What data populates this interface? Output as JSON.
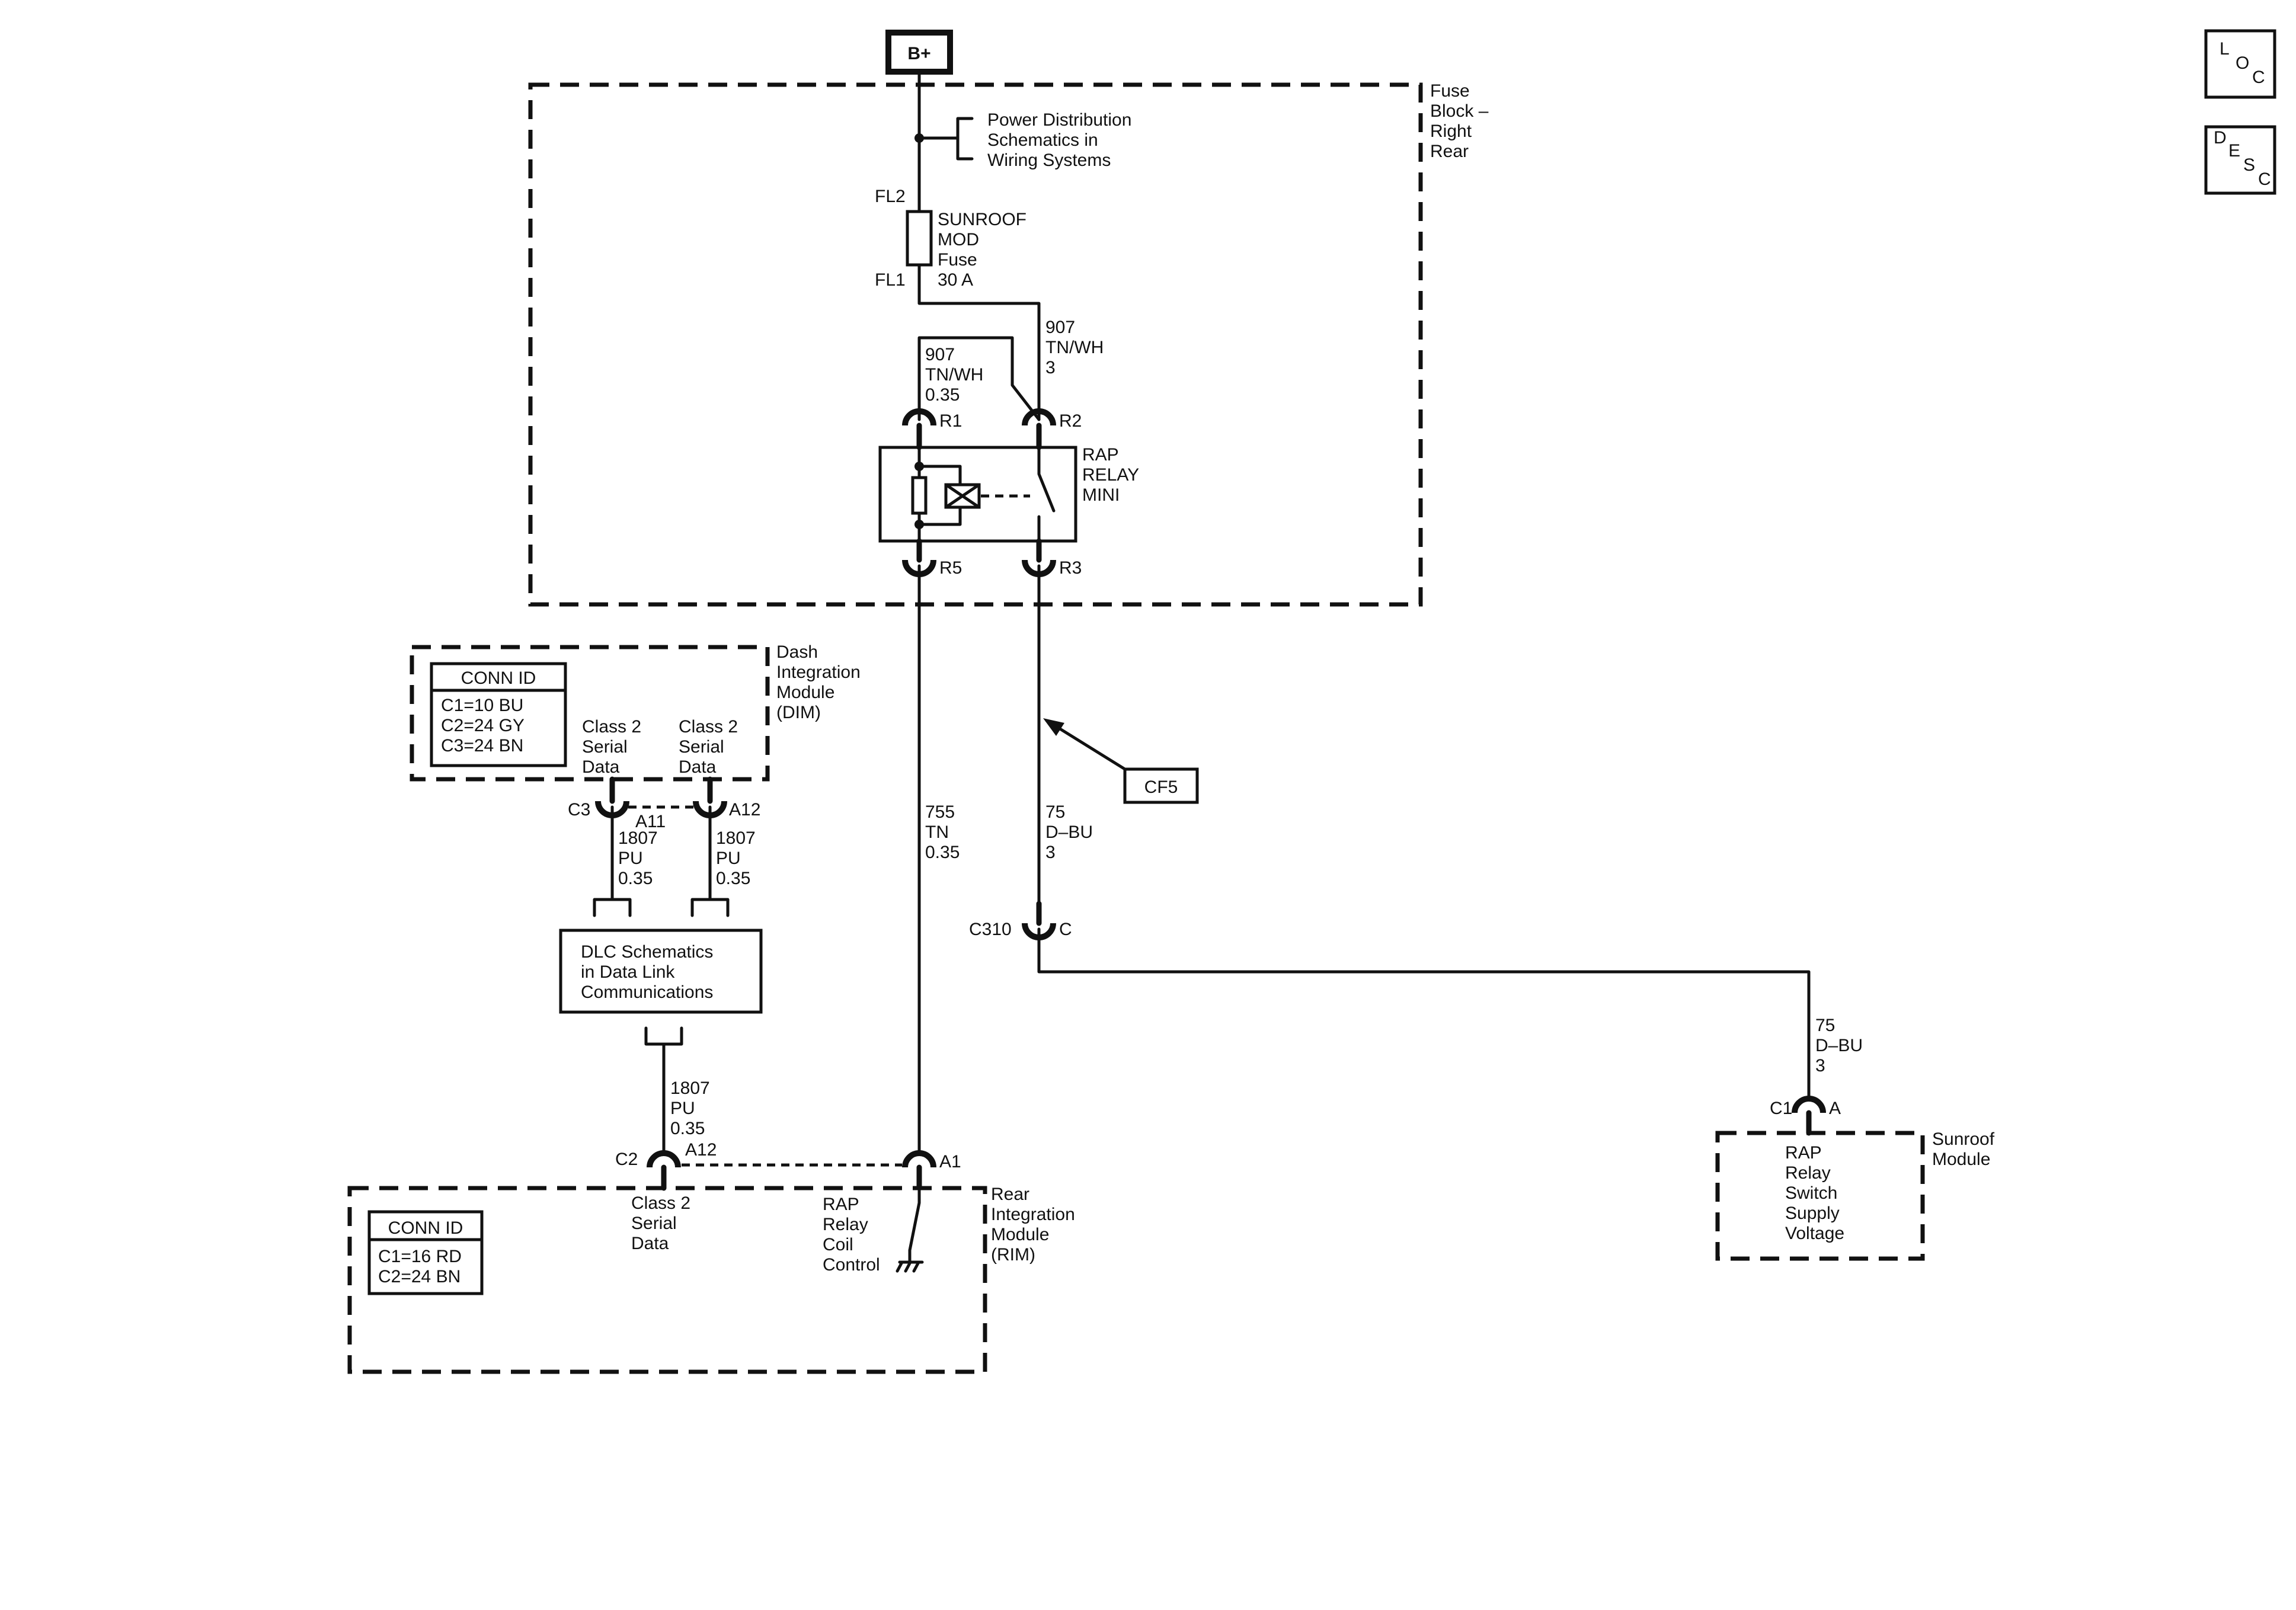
{
  "battery": {
    "label": "B+"
  },
  "corner_buttons": {
    "loc": [
      "L",
      "O",
      "C"
    ],
    "desc": [
      "D",
      "E",
      "S",
      "C"
    ]
  },
  "fuse_block": {
    "name": [
      "Fuse",
      "Block –",
      "Right",
      "Rear"
    ],
    "power_ref": [
      "Power Distribution",
      "Schematics in",
      "Wiring Systems"
    ],
    "fuse_top_pin": "FL2",
    "fuse_bottom_pin": "FL1",
    "fuse_label": [
      "SUNROOF",
      "MOD",
      "Fuse",
      "30 A"
    ],
    "wire_r2": [
      "907",
      "TN/WH",
      "3"
    ],
    "wire_r1": [
      "907",
      "TN/WH",
      "0.35"
    ],
    "relay_name": [
      "RAP",
      "RELAY",
      "MINI"
    ],
    "pins": {
      "r1": "R1",
      "r2": "R2",
      "r3": "R3",
      "r5": "R5"
    }
  },
  "dim": {
    "name": [
      "Dash",
      "Integration",
      "Module",
      "(DIM)"
    ],
    "conn_id_title": "CONN ID",
    "conn_ids": [
      "C1=10 BU",
      "C2=24 GY",
      "C3=24 BN"
    ],
    "serial_left": [
      "Class 2",
      "Serial",
      "Data"
    ],
    "serial_right": [
      "Class 2",
      "Serial",
      "Data"
    ],
    "conn_c3": "C3",
    "pin_a11": "A11",
    "pin_a12": "A12",
    "wire_left": [
      "1807",
      "PU",
      "0.35"
    ],
    "wire_right": [
      "1807",
      "PU",
      "0.35"
    ]
  },
  "dlc": {
    "label": [
      "DLC Schematics",
      "in Data Link",
      "Communications"
    ]
  },
  "rim": {
    "name": [
      "Rear",
      "Integration",
      "Module",
      "(RIM)"
    ],
    "conn_id_title": "CONN ID",
    "conn_ids": [
      "C1=16 RD",
      "C2=24 BN"
    ],
    "conn_c2": "C2",
    "pin_a12": "A12",
    "pin_a1": "A1",
    "wire_in": [
      "1807",
      "PU",
      "0.35"
    ],
    "serial": [
      "Class 2",
      "Serial",
      "Data"
    ],
    "coil_control": [
      "RAP",
      "Relay",
      "Coil",
      "Control"
    ]
  },
  "wire_755": [
    "755",
    "TN",
    "0.35"
  ],
  "wire_75_upper": [
    "75",
    "D–BU",
    "3"
  ],
  "wire_75_lower": [
    "75",
    "D–BU",
    "3"
  ],
  "callout": "CF5",
  "connector_c310": {
    "conn": "C310",
    "pin": "C"
  },
  "sunroof": {
    "name": [
      "Sunroof",
      "Module"
    ],
    "conn": "C1",
    "pin": "A",
    "function": [
      "RAP",
      "Relay",
      "Switch",
      "Supply",
      "Voltage"
    ]
  }
}
